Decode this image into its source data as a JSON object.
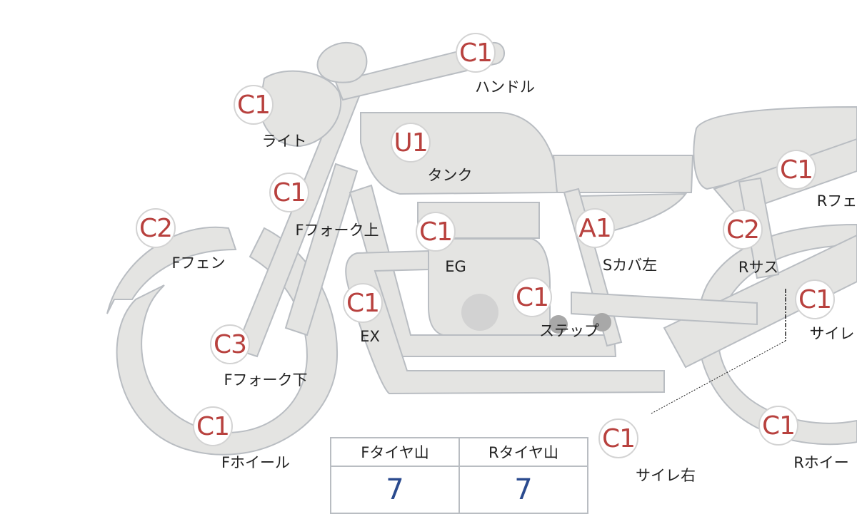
{
  "parts": [
    {
      "grade": "C1",
      "label": "ハンドル"
    },
    {
      "grade": "C1",
      "label": "ライト"
    },
    {
      "grade": "U1",
      "label": "タンク"
    },
    {
      "grade": "C1",
      "label": "Fフォーク上"
    },
    {
      "grade": "C2",
      "label": "Fフェン"
    },
    {
      "grade": "C1",
      "label": "EG"
    },
    {
      "grade": "A1",
      "label": "Sカバ左"
    },
    {
      "grade": "C2",
      "label": "Rサス"
    },
    {
      "grade": "C1",
      "label": "Rフェ"
    },
    {
      "grade": "C1",
      "label": "サイレ"
    },
    {
      "grade": "C1",
      "label": "EX"
    },
    {
      "grade": "C1",
      "label": "ステップ"
    },
    {
      "grade": "C3",
      "label": "Fフォーク下"
    },
    {
      "grade": "C1",
      "label": "Fホイール"
    },
    {
      "grade": "C1",
      "label": "サイレ右"
    },
    {
      "grade": "C1",
      "label": "Rホイー"
    }
  ],
  "tire_table": {
    "headers": [
      "Fタイヤ山",
      "Rタイヤ山"
    ],
    "values": [
      "7",
      "7"
    ]
  }
}
